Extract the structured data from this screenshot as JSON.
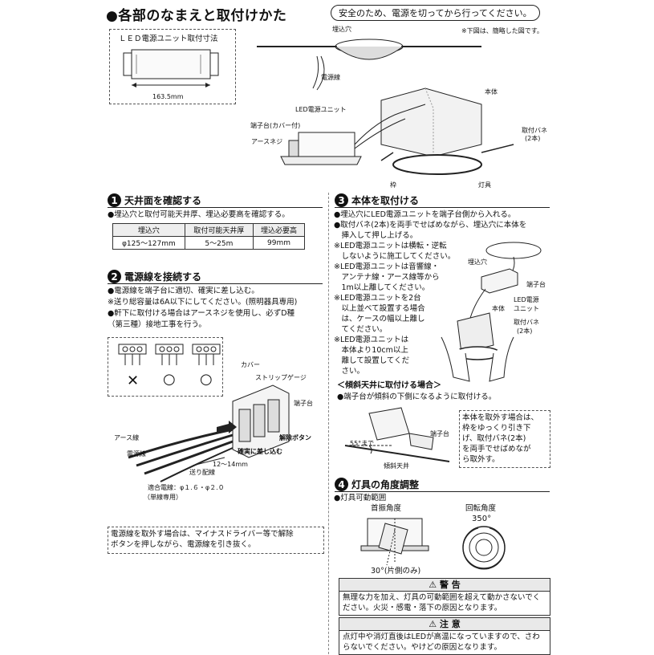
{
  "header": {
    "title": "●各部のなまえと取付けかた",
    "notice": "安全のため、電源を切ってから行ってください。",
    "note": "※下図は、簡略した図です。"
  },
  "unit_dims": {
    "label": "ＬＥＤ電源ユニット取付寸法",
    "length": "163.5mm"
  },
  "overview": {
    "embed_hole": "埋込穴",
    "power_line": "電源線",
    "body": "本体",
    "led_unit": "LED電源ユニット",
    "terminal_cover": "端子台(カバー付)",
    "earth_screw": "アースネジ",
    "spring_a": "取付バネ",
    "spring_b": "(2本)",
    "frame": "枠",
    "fixture": "灯具"
  },
  "sections": {
    "s1": {
      "num": "1",
      "title": "天井面を確認する",
      "text": "●埋込穴と取付可能天井厚、埋込必要高を確認する。",
      "table": {
        "headers": [
          "埋込穴",
          "取付可能天井厚",
          "埋込必要高"
        ],
        "row": [
          "φ125〜127mm",
          "5〜25m",
          "99mm"
        ]
      }
    },
    "s2": {
      "num": "2",
      "title": "電源線を接続する",
      "lines": [
        "●電源線を端子台に適切、確実に差し込む。",
        "※送り総容量は6A以下にしてください。(照明器具専用)",
        "●軒下に取付ける場合はアースネジを使用し、必ずD種",
        "（第三種）接地工事を行う。"
      ],
      "marks": [
        "✕",
        "○",
        "○"
      ],
      "labels": {
        "cover": "カバー",
        "strip": "ストリップゲージ",
        "terminal": "端子台",
        "earth_line": "アース線",
        "power_line": "電源線",
        "release": "解除ボタン",
        "insert": "確実に差し込む",
        "feed": "送り配線",
        "length": "12〜14mm",
        "wire": "適合電線：φ１.６・φ２.０",
        "single": "（単線専用）"
      },
      "note": [
        "電源線を取外す場合は、マイナスドライバー等で解除",
        "ボタンを押しながら、電源線を引き抜く。"
      ]
    },
    "s3": {
      "num": "3",
      "title": "本体を取付ける",
      "lines": [
        "●埋込穴にLED電源ユニットを端子台側から入れる。",
        "●取付バネ(2本)を両手でせばめながら、埋込穴に本体を",
        "　挿入して押し上げる。",
        "※LED電源ユニットは横転・逆転",
        "　しないように施工してください。",
        "※LED電源ユニットは音響線・",
        "　アンテナ線・アース線等から",
        "　1m以上離してください。",
        "※LED電源ユニットを2台",
        "　以上並べて設置する場合",
        "　は、ケースの幅以上離し",
        "　てください。",
        "※LED電源ユニットは",
        "　本体より10cm以上",
        "　離して設置してくだ",
        "　さい。"
      ],
      "labels": {
        "hole": "埋込穴",
        "terminal": "端子台",
        "led": "LED電源",
        "unit": "ユニット",
        "body": "本体",
        "spring": "取付バネ",
        "spring2": "(2本)"
      },
      "slope_title": "＜傾斜天井に取付ける場合＞",
      "slope_text": "●端子台が傾斜の下側になるように取付ける。",
      "slope_labels": {
        "angle": "55°まで",
        "terminal": "端子台",
        "ceiling": "傾斜天井"
      },
      "remove_note": [
        "本体を取外す場合は、",
        "枠をゆっくり引き下",
        "げ、取付バネ(2本)",
        "を両手でせばめなが",
        "ら取外す。"
      ]
    },
    "s4": {
      "num": "4",
      "title": "灯具の角度調整",
      "text": "●灯具可動範囲",
      "tilt": "首振角度",
      "rotate": "回転角度",
      "rotate_val": "350°",
      "tilt_val": "30°(片側のみ)"
    }
  },
  "warning": {
    "head": "⚠ 警 告",
    "lines": [
      "無理な力を加え、灯具の可動範囲を超えて動かさないでく",
      "ださい。火災・感電・落下の原因となります。"
    ]
  },
  "caution": {
    "head": "⚠ 注 意",
    "lines": [
      "点灯中や消灯直後はLEDが高温になっていますので、さわ",
      "らないでください。やけどの原因となります。"
    ]
  }
}
